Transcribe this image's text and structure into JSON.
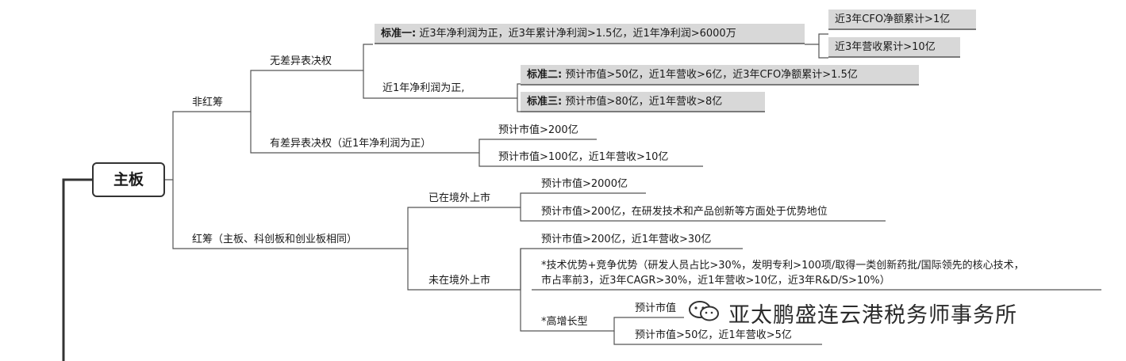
{
  "root": "主板",
  "branches": {
    "non_vie": "非红筹",
    "no_diff": "无差异表决权",
    "std1_label": "标准一:",
    "std1_text": "近3年净利润为正，近3年累计净利润>1.5亿，近1年净利润>6000万",
    "std1_sub1": "近3年CFO净额累计>1亿",
    "std1_sub2": "近3年营收累计>10亿",
    "profit_pos": "近1年净利润为正,",
    "std2_label": "标准二:",
    "std2_text": "预计市值>50亿，近1年营收>6亿，近3年CFO净额累计>1.5亿",
    "std3_label": "标准三:",
    "std3_text": "预计市值>80亿，近1年营收>8亿",
    "with_diff": "有差异表决权（近1年净利润为正）",
    "wd_1": "预计市值>200亿",
    "wd_2": "预计市值>100亿，近1年营收>10亿",
    "vie": "红筹（主板、科创板和创业板相同）",
    "listed_abroad": "已在境外上市",
    "la_1": "预计市值>2000亿",
    "la_2": "预计市值>200亿，在研发技术和产品创新等方面处于优势地位",
    "not_listed": "未在境外上市",
    "nl_1": "预计市值>200亿，近1年营收>30亿",
    "nl_2a": "*技术优势+竞争优势（研发人员占比>30%，发明专利>100项/取得一类创新药批/国际领先的核心技术，",
    "nl_2b": "市占率前3，近3年CAGR>30%，近1年营收>10亿，近3年R&D/S>10%）",
    "high_growth": "*高增长型",
    "hg_1": "预计市值",
    "hg_2": "预计市值>50亿，近1年营收>5亿"
  },
  "watermark": {
    "text": "亚太鹏盛连云港税务师事务所",
    "icon": "wechat-icon"
  }
}
